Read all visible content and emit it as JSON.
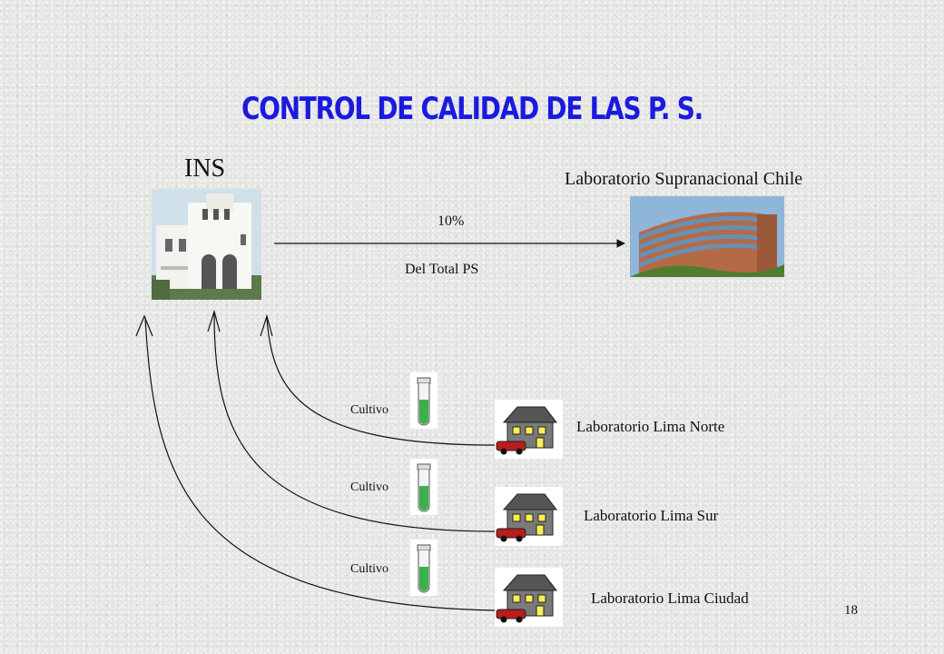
{
  "slide": {
    "title": "CONTROL DE CALIDAD DE LAS P. S.",
    "page_number": "18"
  },
  "nodes": {
    "ins": {
      "label": "INS"
    },
    "chile": {
      "label": "Laboratorio Supranacional Chile"
    },
    "lima_norte": {
      "label": "Laboratorio Lima Norte"
    },
    "lima_sur": {
      "label": "Laboratorio Lima Sur"
    },
    "lima_ciudad": {
      "label": "Laboratorio Lima Ciudad"
    }
  },
  "edges": {
    "to_chile": {
      "top_label": "10%",
      "bottom_label": "Del Total PS"
    },
    "cultivo_label": "Cultivo"
  },
  "colors": {
    "title": "#1a1ae0",
    "line": "#111111",
    "tube_liquid": "#3cb04a"
  }
}
